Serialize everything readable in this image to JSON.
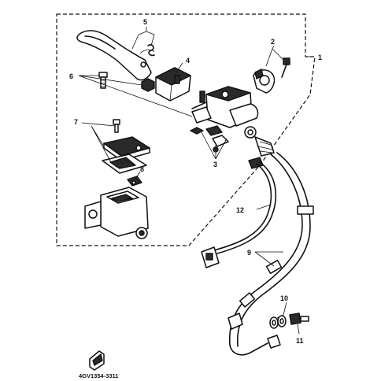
{
  "diagram": {
    "part_code": "4GV1354-3311",
    "callouts": [
      {
        "id": "1",
        "text": "1"
      },
      {
        "id": "2",
        "text": "2"
      },
      {
        "id": "3",
        "text": "3"
      },
      {
        "id": "4",
        "text": "4"
      },
      {
        "id": "5",
        "text": "5"
      },
      {
        "id": "6",
        "text": "6"
      },
      {
        "id": "7",
        "text": "7"
      },
      {
        "id": "8",
        "text": "8"
      },
      {
        "id": "9",
        "text": "9"
      },
      {
        "id": "10",
        "text": "10"
      },
      {
        "id": "11",
        "text": "11"
      },
      {
        "id": "12",
        "text": "12"
      }
    ]
  }
}
